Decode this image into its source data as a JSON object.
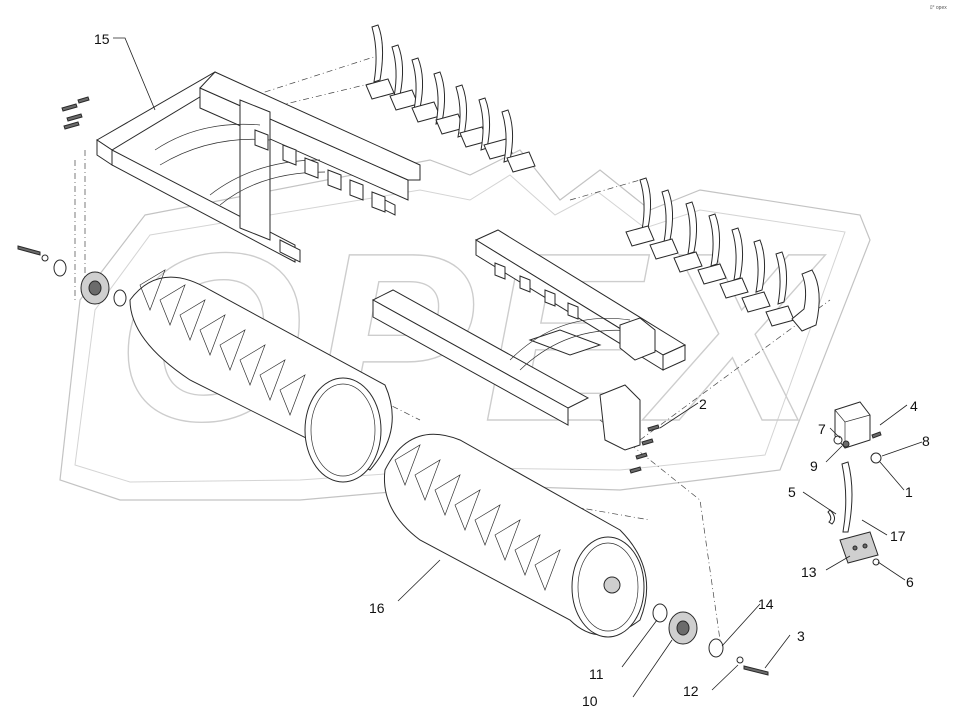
{
  "watermark": "OPEX",
  "corner_mark": "ﾛ° opex",
  "part_labels": [
    {
      "id": "1",
      "text": "1"
    },
    {
      "id": "2",
      "text": "2"
    },
    {
      "id": "3",
      "text": "3"
    },
    {
      "id": "4",
      "text": "4"
    },
    {
      "id": "5",
      "text": "5"
    },
    {
      "id": "6",
      "text": "6"
    },
    {
      "id": "7",
      "text": "7"
    },
    {
      "id": "8",
      "text": "8"
    },
    {
      "id": "9",
      "text": "9"
    },
    {
      "id": "10",
      "text": "10"
    },
    {
      "id": "11",
      "text": "11"
    },
    {
      "id": "12",
      "text": "12"
    },
    {
      "id": "13",
      "text": "13"
    },
    {
      "id": "14",
      "text": "14"
    },
    {
      "id": "15",
      "text": "15"
    },
    {
      "id": "16",
      "text": "16"
    },
    {
      "id": "17",
      "text": "17"
    }
  ]
}
